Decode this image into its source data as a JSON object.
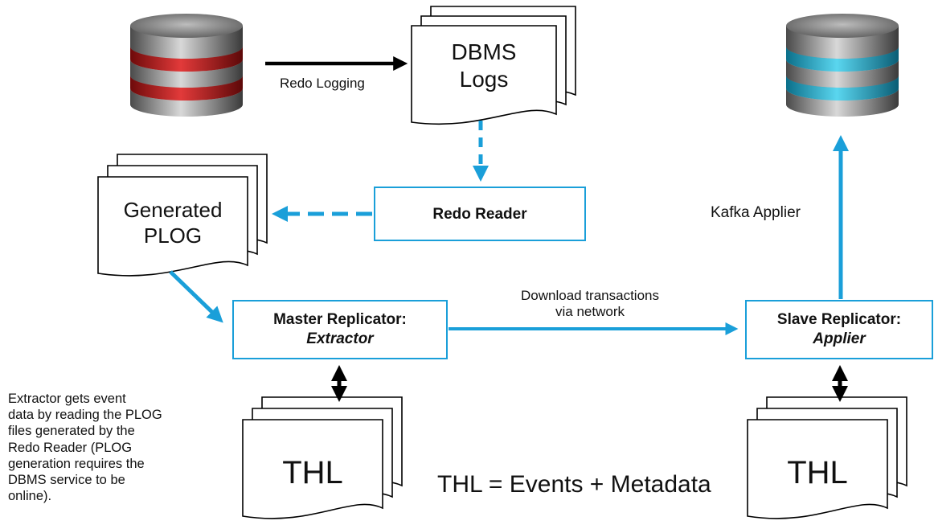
{
  "nodes": {
    "source_db": {
      "icon": "database-icon",
      "color": "#d42a2a"
    },
    "target_db": {
      "icon": "database-icon",
      "color": "#2bb6d6"
    },
    "dbms_logs": {
      "line1": "DBMS",
      "line2": "Logs"
    },
    "generated_plog": {
      "line1": "Generated",
      "line2": "PLOG"
    },
    "redo_reader": {
      "label": "Redo Reader"
    },
    "master_replicator": {
      "line1": "Master Replicator:",
      "line2": "Extractor"
    },
    "slave_replicator": {
      "line1": "Slave Replicator:",
      "line2": "Applier"
    },
    "thl_master": {
      "label": "THL"
    },
    "thl_slave": {
      "label": "THL"
    }
  },
  "edges": {
    "redo_logging": "Redo Logging",
    "download_line1": "Download transactions",
    "download_line2": "via network",
    "kafka_applier": "Kafka Applier"
  },
  "thl_definition": "THL = Events + Metadata",
  "note_lines": [
    "Extractor gets event",
    "data by reading the PLOG",
    "files generated by the",
    "Redo Reader (PLOG",
    "generation requires the",
    "DBMS service to be",
    "online)."
  ],
  "colors": {
    "accent": "#1a9fd9",
    "arrow_dark": "#000000",
    "box_border": "#1a9fd9"
  }
}
